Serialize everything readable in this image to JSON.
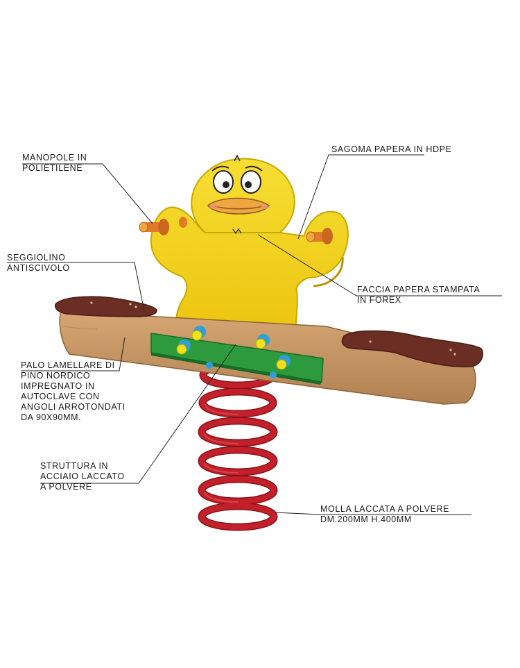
{
  "labels": {
    "manopole": [
      "MANOPOLE IN",
      "POLIETILENE"
    ],
    "seggiolino": [
      "SEGGIOLINO",
      "ANTISCIVOLO"
    ],
    "palo": [
      "PALO LAMELLARE DI",
      "PINO NORDICO",
      "IMPREGNATO IN",
      "AUTOCLAVE CON",
      "ANGOLI ARROTONDATI",
      "DA 90X90MM."
    ],
    "struttura": [
      "STRUTTURA IN",
      "ACCIAIO LACCATO",
      "A POLVERE"
    ],
    "sagoma": [
      "SAGOMA PAPERA IN HDPE"
    ],
    "faccia": [
      "FACCIA PAPERA STAMPATA",
      "IN FOREX"
    ],
    "molla": [
      "MOLLA LACCATA A POLVERE",
      "DM.200MM H.400MM"
    ]
  },
  "colors": {
    "duck_yellow": "#f2d21a",
    "duck_outline": "#c9a800",
    "beak_orange": "#f0a640",
    "beam_wood": "#c49462",
    "beam_dark": "#a87a4c",
    "seat_brown": "#6b2e24",
    "plate_green": "#2e9a3e",
    "spring_red": "#c2202a",
    "bolt_yellow": "#f2e21a",
    "bolt_blue": "#2f9fd8",
    "handle_orange": "#e07a2a",
    "leader_line": "#222222"
  }
}
